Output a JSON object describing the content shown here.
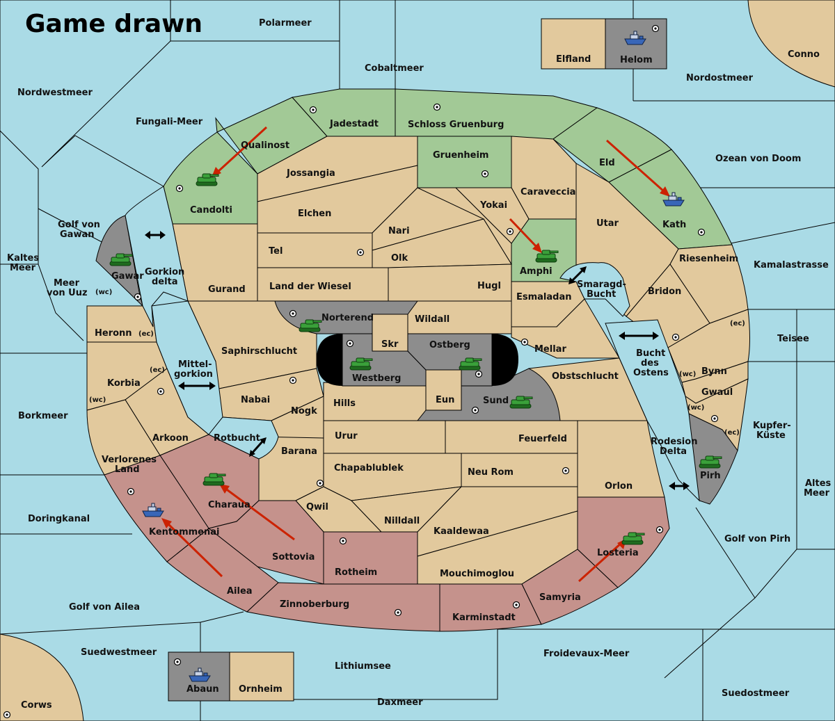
{
  "status": {
    "title": "Game drawn"
  },
  "regions": {
    "polarmeer": "Polarmeer",
    "cobaltmeer": "Cobaltmeer",
    "elfland": "Elfland",
    "helom": "Helom",
    "conno": "Conno",
    "nordostmeer": "Nordostmeer",
    "nordwestmeer": "Nordwestmeer",
    "fungali_meer": "Fungali-Meer",
    "jadestadt": "Jadestadt",
    "schloss_gruenburg": "Schloss Gruenburg",
    "qualinost": "Qualinost",
    "gruenheim": "Gruenheim",
    "eld": "Eld",
    "ozean_von_doom": "Ozean von Doom",
    "jossangia": "Jossangia",
    "caraveccia": "Caraveccia",
    "candolti": "Candolti",
    "yokai": "Yokai",
    "elchen": "Elchen",
    "utar": "Utar",
    "kath": "Kath",
    "golf_von_gawan": "Golf von Gawan",
    "nari": "Nari",
    "kaltes_meer": "Kaltes Meer",
    "tel": "Tel",
    "olk": "Olk",
    "amphi": "Amphi",
    "riesenheim": "Riesenheim",
    "kamalastrasse": "Kamalastrasse",
    "gawar": "Gawar",
    "gorkion_delta": "Gorkion delta",
    "smaragd_bucht": "Smaragd-Bucht",
    "meer_von_uuz": "Meer von Uuz",
    "gurand": "Gurand",
    "land_der_wiesel": "Land der Wiesel",
    "hugl": "Hugl",
    "bridon": "Bridon",
    "wc": "(wc)",
    "esmaladan": "Esmaladan",
    "norterend": "Norterend",
    "wildall": "Wildall",
    "heronn": "Heronn",
    "ec": "(ec)",
    "teisee": "Teisee",
    "skr": "Skr",
    "ostberg": "Ostberg",
    "mellar": "Mellar",
    "saphirschlucht": "Saphirschlucht",
    "bucht_des_ostens": "Bucht des Ostens",
    "mittelgorkion": "Mittel-gorkion",
    "westberg": "Westberg",
    "obstschlucht": "Obstschlucht",
    "bynn": "Bynn",
    "korbia": "Korbia",
    "gwaul": "Gwaul",
    "nabai": "Nabai",
    "hills": "Hills",
    "eun": "Eun",
    "sund": "Sund",
    "nogk": "Nogk",
    "borkmeer": "Borkmeer",
    "kupfer_kueste": "Kupfer-Küste",
    "arkoon": "Arkoon",
    "rotbucht": "Rotbucht",
    "urur": "Urur",
    "feuerfeld": "Feuerfeld",
    "rodesion_delta": "Rodesion Delta",
    "barana": "Barana",
    "verlorenes_land": "Verlorenes Land",
    "chapablublek": "Chapablublek",
    "pirh": "Pirh",
    "neu_rom": "Neu Rom",
    "altes_meer": "Altes Meer",
    "charaua": "Charaua",
    "orlon": "Orlon",
    "qwil": "Qwil",
    "doringkanal": "Doringkanal",
    "nilldall": "Nilldall",
    "kentommenai": "Kentommenai",
    "kaaldewaa": "Kaaldewaa",
    "golf_von_pirh": "Golf von Pirh",
    "losteria": "Losteria",
    "sottovia": "Sottovia",
    "rotheim": "Rotheim",
    "mouchimoglou": "Mouchimoglou",
    "ailea": "Ailea",
    "samyria": "Samyria",
    "zinnoberburg": "Zinnoberburg",
    "karminstadt": "Karminstadt",
    "golf_von_ailea": "Golf von Ailea",
    "suedwestmeer": "Suedwestmeer",
    "froidevaux_meer": "Froidevaux-Meer",
    "lithiumsee": "Lithiumsee",
    "abaun": "Abaun",
    "ornheim": "Ornheim",
    "suedostmeer": "Suedostmeer",
    "daxmeer": "Daxmeer",
    "corws": "Corws"
  },
  "powers": {
    "green": "#a2c996",
    "red": "#c5928c",
    "grey": "#8d8d8d",
    "neutral_land": "#e2c99d",
    "sea": "#aadbe6",
    "move_arrow": "#cc2200"
  },
  "units": [
    {
      "type": "army",
      "power": "green",
      "region": "Candolti"
    },
    {
      "type": "army",
      "power": "green",
      "region": "Amphi"
    },
    {
      "type": "fleet",
      "power": "green",
      "region": "Kath"
    },
    {
      "type": "fleet",
      "power": "grey",
      "region": "Helom"
    },
    {
      "type": "army",
      "power": "grey",
      "region": "Gawar"
    },
    {
      "type": "army",
      "power": "grey",
      "region": "Norterend"
    },
    {
      "type": "army",
      "power": "grey",
      "region": "Westberg"
    },
    {
      "type": "army",
      "power": "grey",
      "region": "Ostberg"
    },
    {
      "type": "army",
      "power": "grey",
      "region": "Sund"
    },
    {
      "type": "army",
      "power": "grey",
      "region": "Pirh"
    },
    {
      "type": "fleet",
      "power": "grey",
      "region": "Abaun"
    },
    {
      "type": "army",
      "power": "red",
      "region": "Charaua"
    },
    {
      "type": "fleet",
      "power": "red",
      "region": "Kentommenai"
    },
    {
      "type": "army",
      "power": "red",
      "region": "Losteria"
    }
  ]
}
